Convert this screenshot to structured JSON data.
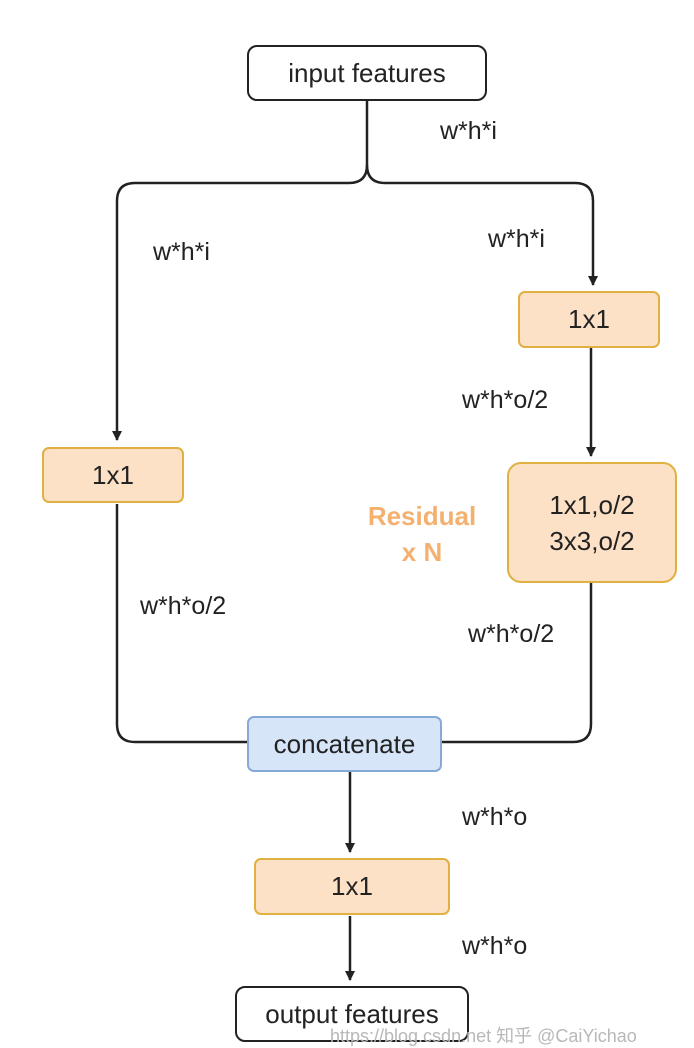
{
  "nodes": {
    "input": "input features",
    "left_conv": "1x1",
    "right_conv": "1x1",
    "residual_line1": "1x1,o/2",
    "residual_line2": "3x3,o/2",
    "concat": "concatenate",
    "final_conv": "1x1",
    "output": "output features"
  },
  "edge_labels": {
    "input_out": "w*h*i",
    "left_branch_in": "w*h*i",
    "right_branch_in": "w*h*i",
    "right_conv_out": "w*h*o/2",
    "left_conv_out": "w*h*o/2",
    "residual_out": "w*h*o/2",
    "concat_out": "w*h*o",
    "final_out": "w*h*o"
  },
  "residual": {
    "line1": "Residual",
    "line2": "x N"
  },
  "watermark": "https://blog.csdn.net 知乎 @CaiYichao",
  "colors": {
    "orange_fill": "#fde1c6",
    "orange_border": "#e0b040",
    "blue_fill": "#d6e5f8",
    "blue_border": "#86a9d6",
    "residual_text": "#f4b06e",
    "line": "#222222"
  }
}
